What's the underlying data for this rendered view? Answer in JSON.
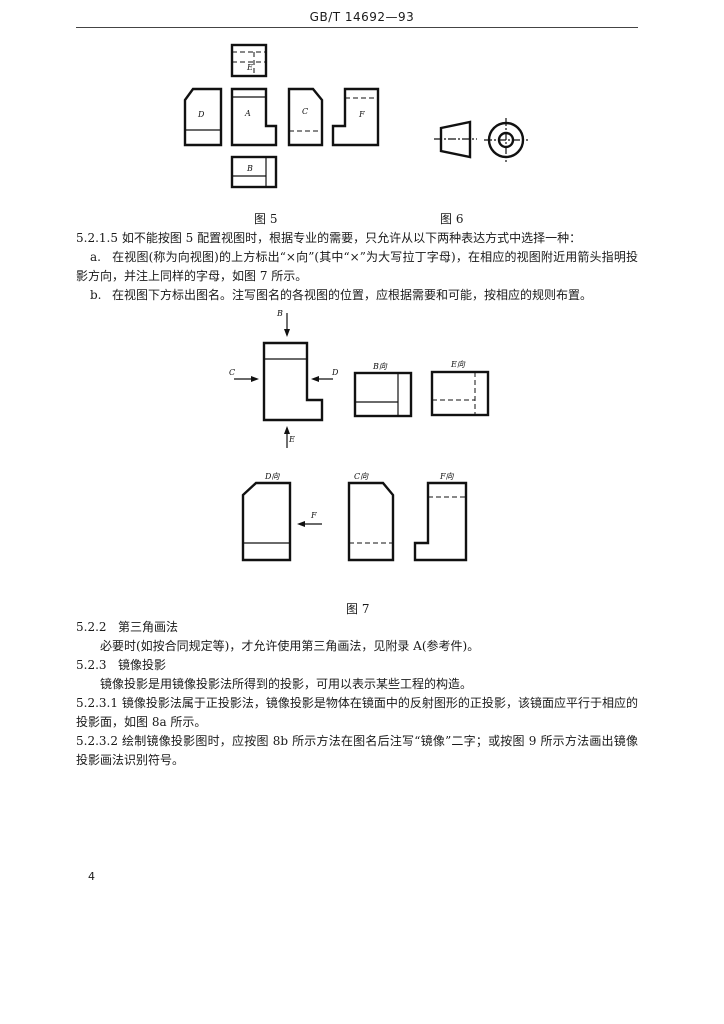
{
  "header": {
    "standard": "GB/T 14692—93"
  },
  "figure5": {
    "caption": "图 5",
    "labels": {
      "A": "A",
      "B": "B",
      "C": "C",
      "D": "D",
      "E": "E",
      "F": "F"
    }
  },
  "figure6": {
    "caption": "图 6"
  },
  "figure7": {
    "caption": "图 7",
    "arrows": {
      "B": "B",
      "C": "C",
      "D": "D",
      "E": "E",
      "F": "F"
    },
    "views": {
      "b": "B向",
      "e": "E向",
      "d": "D向",
      "c": "C向",
      "f": "F向"
    }
  },
  "body": {
    "p_5_2_1_5_num": "5.2.1.5",
    "p_5_2_1_5": "如不能按图 5 配置视图时，根据专业的需要，只允许从以下两种表达方式中选择一种：",
    "item_a_label": "a.",
    "item_a_text": "在视图(称为向视图)的上方标出“×向”(其中“×”为大写拉丁字母)，在相应的视图附近用箭头指明投影方向，并注上同样的字母，如图 7 所示。",
    "item_b_label": "b.",
    "item_b_text": "在视图下方标出图名。注写图名的各视图的位置，应根据需要和可能，按相应的规则布置。",
    "s_5_2_2_num": "5.2.2",
    "s_5_2_2_title": "第三角画法",
    "s_5_2_2_text": "必要时(如按合同规定等)，才允许使用第三角画法，见附录 A(参考件)。",
    "s_5_2_3_num": "5.2.3",
    "s_5_2_3_title": "镜像投影",
    "s_5_2_3_text": "镜像投影是用镜像投影法所得到的投影，可用以表示某些工程的构造。",
    "p_5_2_3_1_num": "5.2.3.1",
    "p_5_2_3_1": "镜像投影法属于正投影法，镜像投影是物体在镜面中的反射图形的正投影，该镜面应平行于相应的投影面，如图 8a 所示。",
    "p_5_2_3_2_num": "5.2.3.2",
    "p_5_2_3_2": "绘制镜像投影图时，应按图 8b 所示方法在图名后注写“镜像”二字；或按图 9 所示方法画出镜像投影画法识别符号。"
  },
  "footer": {
    "page": "4"
  }
}
